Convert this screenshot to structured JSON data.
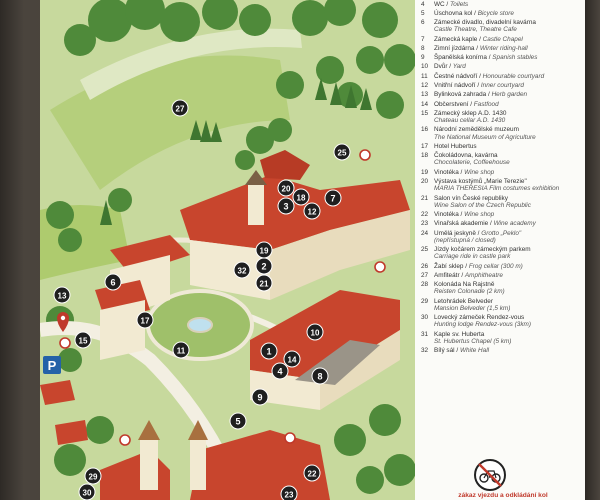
{
  "legend": [
    {
      "num": "4",
      "cz": "WC / ",
      "en": "Toilets",
      "en2": ""
    },
    {
      "num": "5",
      "cz": "Úschovna kol / ",
      "en": "Bicycle store",
      "en2": ""
    },
    {
      "num": "6",
      "cz": "Zámecké divadlo, divadelní kavárna",
      "en": "",
      "en2": "Castle Theatre, Theatre Cafe"
    },
    {
      "num": "7",
      "cz": "Zámecká kaple / ",
      "en": "Castle Chapel",
      "en2": ""
    },
    {
      "num": "8",
      "cz": "Zimní jízdárna / ",
      "en": "Winter riding-hall",
      "en2": ""
    },
    {
      "num": "9",
      "cz": "Španělská konírna / ",
      "en": "Spanish stables",
      "en2": ""
    },
    {
      "num": "10",
      "cz": "Dvůr / ",
      "en": "Yard",
      "en2": ""
    },
    {
      "num": "11",
      "cz": "Čestné nádvoří / ",
      "en": "Honourable courtyard",
      "en2": ""
    },
    {
      "num": "12",
      "cz": "Vnitřní nádvoří / ",
      "en": "Inner courtyard",
      "en2": ""
    },
    {
      "num": "13",
      "cz": "Bylinková zahrada / ",
      "en": "Herb garden",
      "en2": ""
    },
    {
      "num": "14",
      "cz": "Občerstvení / ",
      "en": "Fastfood",
      "en2": ""
    },
    {
      "num": "15",
      "cz": "Zámecký sklep A.D. 1430",
      "en": "",
      "en2": "Chateau cellar A.D. 1430"
    },
    {
      "num": "16",
      "cz": "Národní zemědělské muzeum",
      "en": "",
      "en2": "The National Museum of Agriculture"
    },
    {
      "num": "17",
      "cz": "Hotel Hubertus",
      "en": "",
      "en2": ""
    },
    {
      "num": "18",
      "cz": "Čokoládovna, kavárna",
      "en": "",
      "en2": "Chocolaterie, Coffeehouse"
    },
    {
      "num": "19",
      "cz": "Vinotéka / ",
      "en": "Wine shop",
      "en2": ""
    },
    {
      "num": "20",
      "cz": "Výstava kostýmů „Marie Terezie\"",
      "en": "",
      "en2": "MARIA THERESIA Film costumes exhibition"
    },
    {
      "num": "21",
      "cz": "Salon vín České republiky",
      "en": "",
      "en2": "Wine Salon of the Czech Republic"
    },
    {
      "num": "22",
      "cz": "Vinotéka / ",
      "en": "Wine shop",
      "en2": ""
    },
    {
      "num": "23",
      "cz": "Vinařská akademie / ",
      "en": "Wine academy",
      "en2": ""
    },
    {
      "num": "24",
      "cz": "Umělá jeskyně / ",
      "en": "Grotto „Peklo\"",
      "en2": "(nepřístupná / closed)"
    },
    {
      "num": "25",
      "cz": "Jízdy kočárem zámeckým parkem",
      "en": "",
      "en2": "Carriage ride in castle park"
    },
    {
      "num": "26",
      "cz": "Žabí sklep / ",
      "en": "Frog cellar (300 m)",
      "en2": ""
    },
    {
      "num": "27",
      "cz": "Amfiteátr / ",
      "en": "Amphitheatre",
      "en2": ""
    },
    {
      "num": "28",
      "cz": "Kolonáda Na Rajstně",
      "en": "",
      "en2": "Reisten Colonade (2 km)"
    },
    {
      "num": "29",
      "cz": "Letohrádek Belveder",
      "en": "",
      "en2": "Mansion Belveder (1,5 km)"
    },
    {
      "num": "30",
      "cz": "Lovecký zámeček Rendez-vous",
      "en": "",
      "en2": "Hunting lodge Rendez-vous (3km)"
    },
    {
      "num": "31",
      "cz": "Kaple sv. Huberta",
      "en": "",
      "en2": "St. Hubertus Chapel (5 km)"
    },
    {
      "num": "32",
      "cz": "Bílý sál / ",
      "en": "White Hall",
      "en2": ""
    }
  ],
  "map_markers": [
    "27",
    "25",
    "20",
    "18",
    "7",
    "3",
    "12",
    "19",
    "2",
    "32",
    "21",
    "6",
    "13",
    "17",
    "15",
    "11",
    "10",
    "1",
    "14",
    "4",
    "8",
    "9",
    "5",
    "29",
    "30",
    "22",
    "23"
  ],
  "parking_label": "P",
  "notice_text": "zákaz vjezdu a odkládání kol",
  "colors": {
    "marker": "#1f1f1f",
    "roof": "#c8452d",
    "wall": "#f2ead2",
    "grass": "#a9c46a",
    "notice": "#c0392b"
  }
}
